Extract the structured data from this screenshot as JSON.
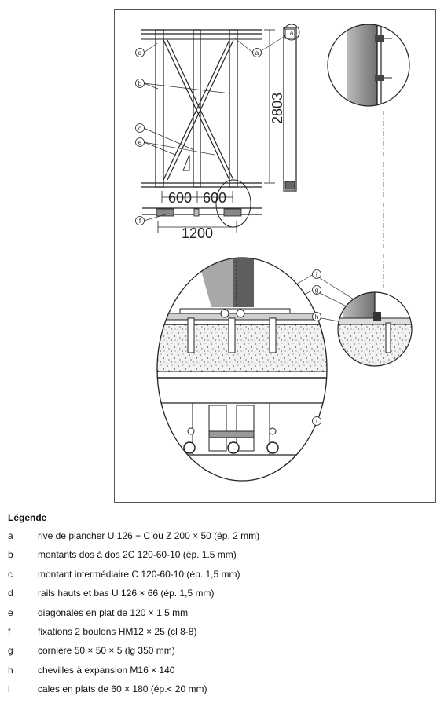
{
  "callouts": {
    "a": "a",
    "b": "b",
    "c": "c",
    "d": "d",
    "e": "e",
    "f": "f",
    "g": "g",
    "h": "h",
    "i": "i"
  },
  "dimensions": {
    "height": "2803",
    "bay_left": "600",
    "bay_right": "600",
    "total_width": "1200"
  },
  "legend": {
    "title": "Légende",
    "items": [
      {
        "key": "a",
        "text": "rive de plancher U 126 + C ou Z 200 × 50 (ép. 2 mm)"
      },
      {
        "key": "b",
        "text": "montants dos à dos 2C 120-60-10 (ép. 1.5 mm)"
      },
      {
        "key": "c",
        "text": "montant intermédiaire C 120-60-10 (ép. 1,5 mm)"
      },
      {
        "key": "d",
        "text": "rails hauts et bas U 126 × 66 (ép. 1,5 mm)"
      },
      {
        "key": "e",
        "text": "diagonales en plat de 120 × 1.5 mm"
      },
      {
        "key": "f",
        "text": "fixations 2 boulons HM12 × 25 (cl 8-8)"
      },
      {
        "key": "g",
        "text": "cornière 50 × 50 × 5 (lg 350 mm)"
      },
      {
        "key": "h",
        "text": "chevilles à expansion M16 × 140"
      },
      {
        "key": "i",
        "text": "cales en plats de 60 × 180 (ép.< 20 mm)"
      }
    ]
  }
}
